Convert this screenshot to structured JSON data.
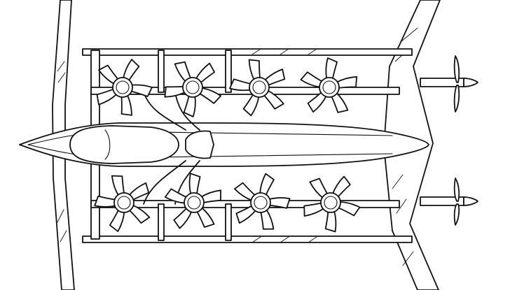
{
  "figure": {
    "subject": "",
    "rotor_count": 8,
    "rotor_rows": [
      {
        "position": "upper",
        "rotors": 4
      },
      {
        "position": "lower",
        "rotors": 4
      }
    ],
    "pusher_propellers": 2,
    "blades_per_rotor": 5,
    "line_color": "#111111",
    "background_color": "#ffffff"
  }
}
